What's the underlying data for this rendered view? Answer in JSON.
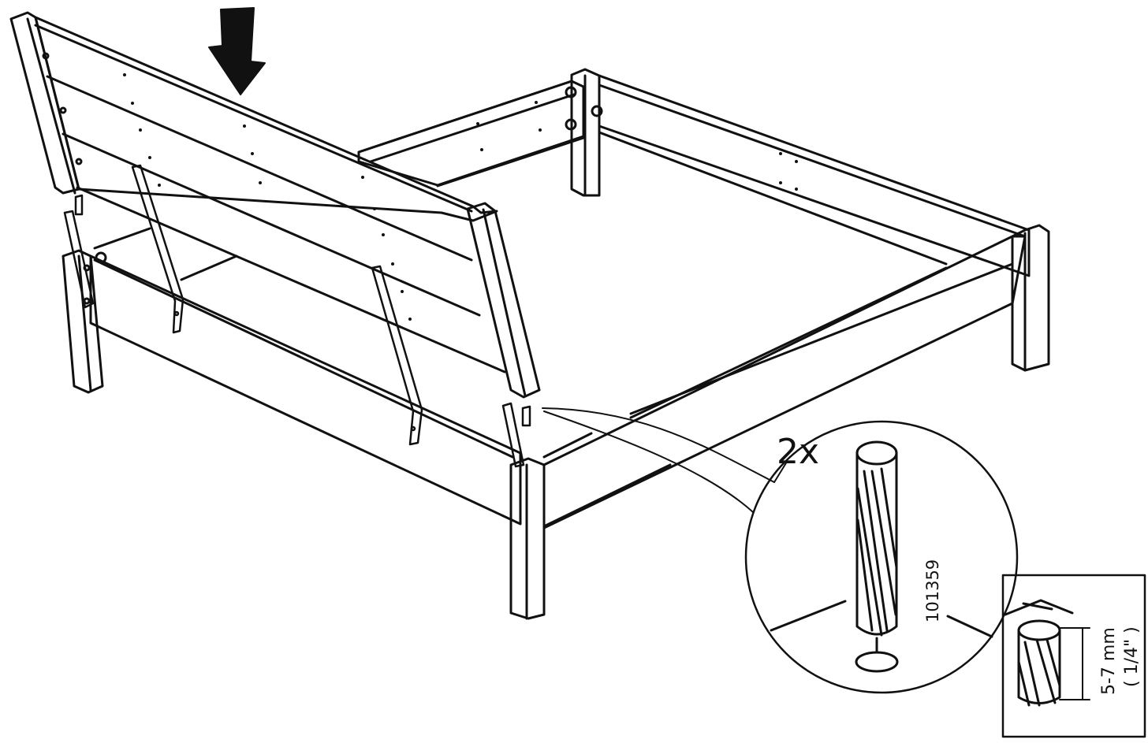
{
  "callout": {
    "quantity": "2x",
    "part_number": "101359"
  },
  "detail": {
    "depth_metric": "5-7 mm",
    "depth_imperial": "( 1/4\" )"
  },
  "colors": {
    "line": "#111111",
    "background": "#ffffff"
  },
  "icons": [
    "push-down-arrow-icon"
  ]
}
